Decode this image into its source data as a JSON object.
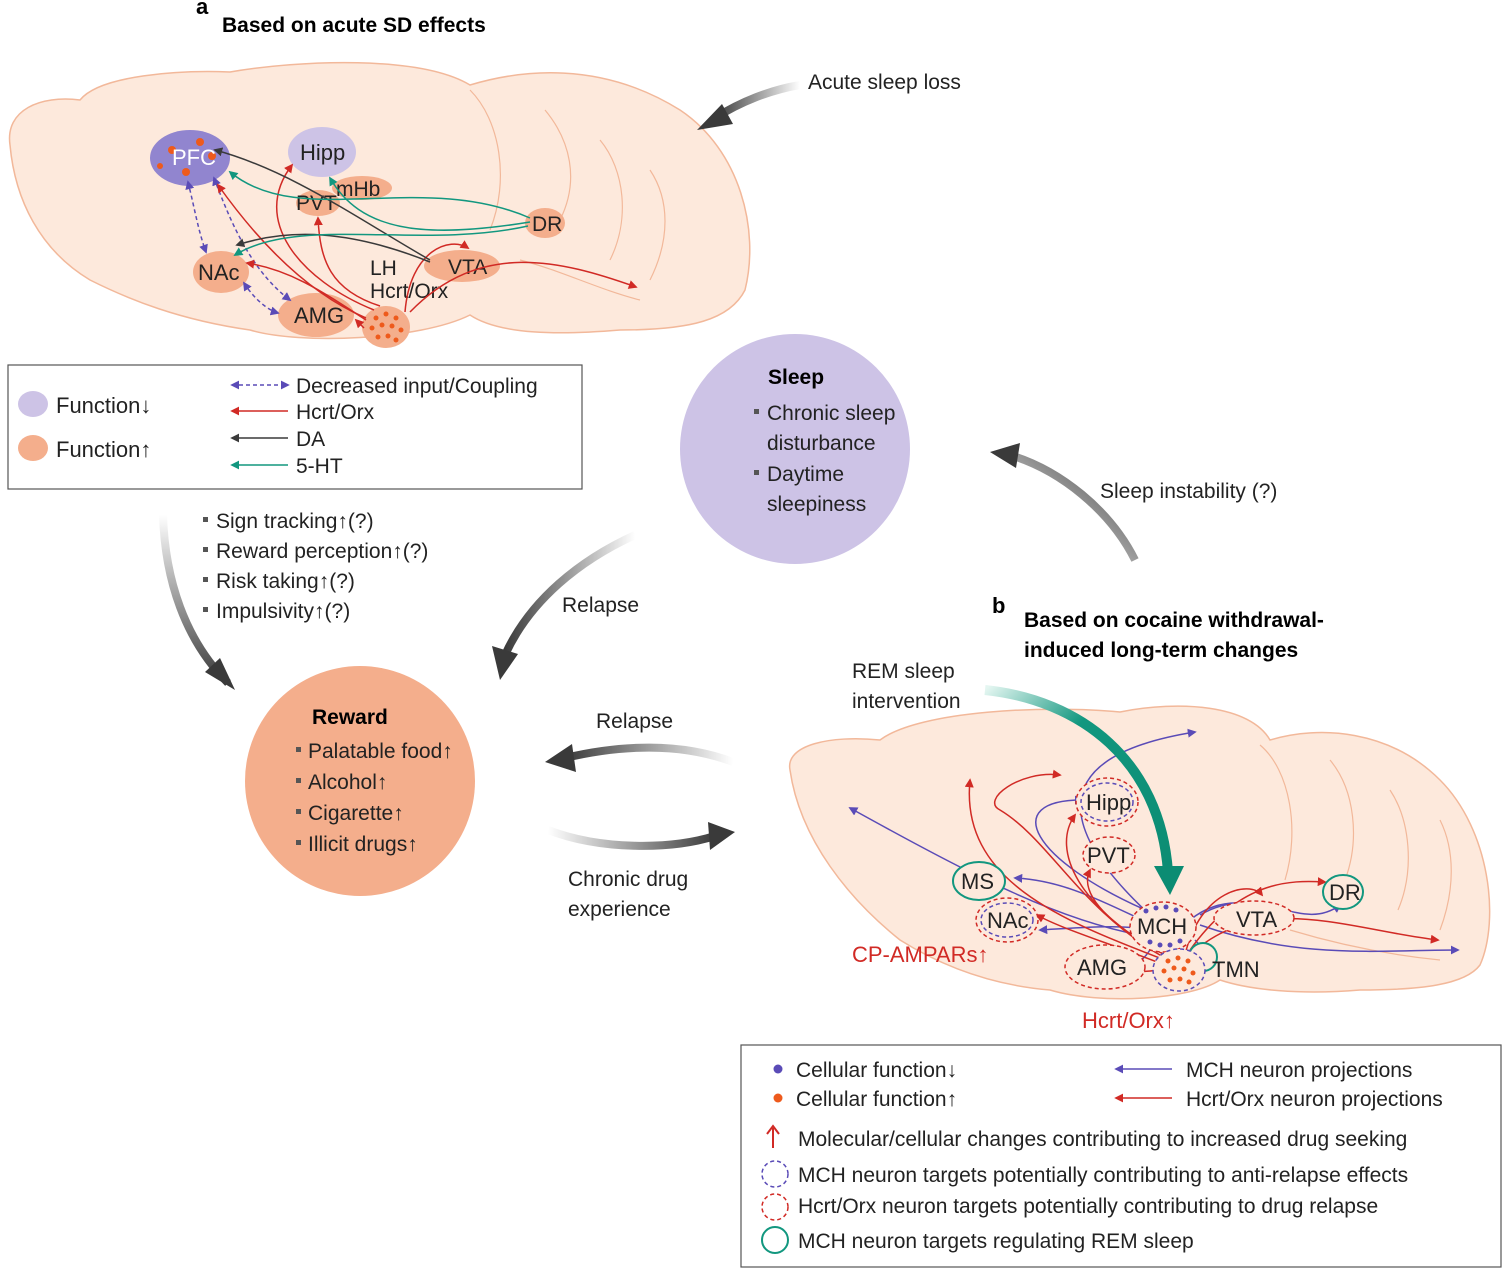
{
  "panel_a": {
    "letter": "a",
    "title": "Based on acute SD effects",
    "regions": {
      "pfc": "PFC",
      "hipp": "Hipp",
      "mhb": "mHb",
      "pvt": "PVT",
      "dr": "DR",
      "nac": "NAc",
      "vta": "VTA",
      "lh": "LH",
      "hcrt": "Hcrt/Orx",
      "amg": "AMG"
    },
    "legend": {
      "function_down": "Function↓",
      "function_up": "Function↑",
      "decreased": "Decreased input/Coupling",
      "hcrt": "Hcrt/Orx",
      "da": "DA",
      "ht": "5-HT"
    },
    "bullets": [
      "Sign tracking↑(?)",
      "Reward perception↑(?)",
      "Risk taking↑(?)",
      "Impulsivity↑(?)"
    ]
  },
  "cycle": {
    "acute_sleep_loss": "Acute sleep loss",
    "sleep_instability": "Sleep instability (?)",
    "relapse_top": "Relapse",
    "relapse_mid": "Relapse",
    "chronic_1": "Chronic drug",
    "chronic_2": "experience",
    "rem_1": "REM sleep",
    "rem_2": "intervention"
  },
  "sleep_circle": {
    "title": "Sleep",
    "items": [
      [
        "Chronic sleep",
        "disturbance"
      ],
      [
        "Daytime",
        "sleepiness"
      ]
    ]
  },
  "reward_circle": {
    "title": "Reward",
    "items": [
      "Palatable food↑",
      "Alcohol↑",
      "Cigarette↑",
      "Illicit drugs↑"
    ]
  },
  "panel_b": {
    "letter": "b",
    "title_1": "Based on cocaine withdrawal-",
    "title_2": "induced long-term changes",
    "regions": {
      "hipp": "Hipp",
      "pvt": "PVT",
      "ms": "MS",
      "nac": "NAc",
      "mch": "MCH",
      "vta": "VTA",
      "dr": "DR",
      "amg": "AMG",
      "tmn": "TMN"
    },
    "cp_ampars": "CP-AMPARs↑",
    "hcrt_up": "Hcrt/Orx↑",
    "legend": {
      "cell_down": "Cellular function↓",
      "cell_up": "Cellular function↑",
      "mch_proj": "MCH neuron projections",
      "hcrt_proj": "Hcrt/Orx neuron projections",
      "molecular": "Molecular/cellular changes contributing to increased drug seeking",
      "mch_targets": "MCH neuron targets potentially contributing to anti-relapse effects",
      "hcrt_targets": "Hcrt/Orx neuron targets potentially contributing to drug relapse",
      "rem_targets": "MCH neuron targets regulating REM sleep"
    }
  },
  "colors": {
    "brain_fill": "#fde9dc",
    "brain_stroke": "#f2b89a",
    "region_up": "#f4ae8c",
    "region_down": "#cdc3e6",
    "pfc": "#9185cf",
    "hcrt_red": "#d12a25",
    "mch_purple": "#5a4bb7",
    "da_black": "#3a3a3a",
    "ht_teal": "#12977f",
    "dot_orange": "#ee5a1c"
  }
}
